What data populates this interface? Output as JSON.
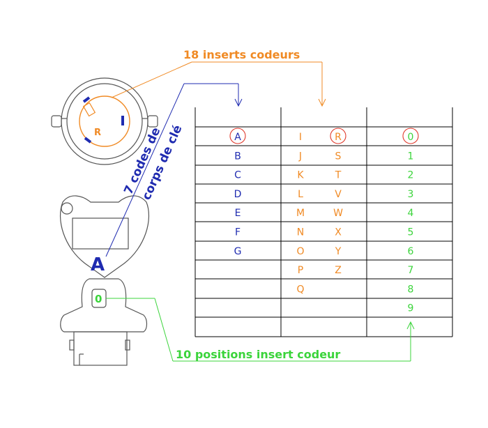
{
  "labels": {
    "top_inserts": "18 inserts codeurs",
    "body_codes_line1": "7 codes de",
    "body_codes_line2": "corps de clé",
    "bottom_positions": "10  positions insert codeur",
    "key_letter": "A",
    "insert_digit": "0",
    "ring_letter": "R"
  },
  "table": {
    "col1": [
      "A",
      "B",
      "C",
      "D",
      "E",
      "F",
      "G"
    ],
    "col2a": [
      "I",
      "J",
      "K",
      "L",
      "M",
      "N",
      "O",
      "P",
      "Q"
    ],
    "col2b": [
      "R",
      "S",
      "T",
      "V",
      "W",
      "X",
      "Y",
      "Z"
    ],
    "col3": [
      "0",
      "1",
      "2",
      "3",
      "4",
      "5",
      "6",
      "7",
      "8",
      "9"
    ]
  },
  "colors": {
    "blue": "#1f2bb0",
    "orange": "#f08a24",
    "green": "#3bd43b",
    "red_circle": "#e0392b",
    "line": "#000000",
    "drawing": "#555555"
  }
}
